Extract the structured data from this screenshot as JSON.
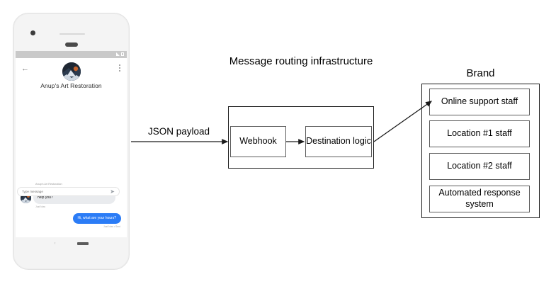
{
  "phone": {
    "status_bar": {
      "signal_icon": "signal-triangle-icon",
      "battery_icon": "battery-icon"
    },
    "header": {
      "back_icon": "back-arrow-icon",
      "menu_icon": "kebab-menu-icon",
      "avatar_icon": "brand-avatar-icon",
      "title": "Anup's Art Restoration"
    },
    "chat": {
      "incoming": {
        "sender": "Anup's Art Restoration",
        "text": "Welcome to Anup's Art Restoration, how can I help you?",
        "time": "Just Now"
      },
      "outgoing": {
        "text": "Hi, what are your hours?",
        "time": "Just Now • Sent"
      }
    },
    "composer": {
      "placeholder": "Type message",
      "send_icon": "send-icon"
    },
    "nav": {
      "back_icon": "nav-back-icon",
      "home_pill_icon": "home-pill-icon"
    }
  },
  "diagram": {
    "json_payload_label": "JSON payload",
    "routing": {
      "title": "Message routing infrastructure",
      "webhook": "Webhook",
      "destination": "Destination logic"
    },
    "brand": {
      "title": "Brand",
      "items": [
        "Online support staff",
        "Location #1 staff",
        "Location #2 staff",
        "Automated response system"
      ]
    }
  },
  "colors": {
    "outgoing_bubble": "#2b7cf6",
    "incoming_bubble": "#e9ebee",
    "stroke": "#1a1a1a",
    "inner_stroke": "#5c5c5c"
  }
}
